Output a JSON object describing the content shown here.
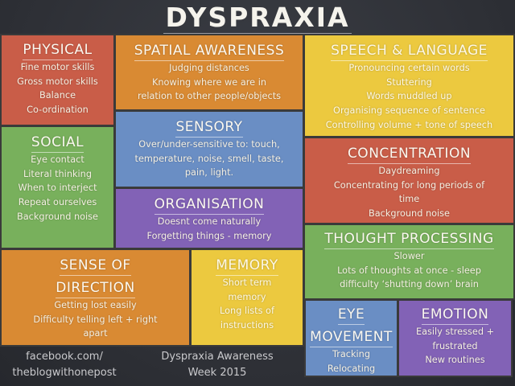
{
  "title": "DYSPRAXIA",
  "panels": {
    "physical": {
      "heading": "PHYSICAL",
      "items": [
        "Fine motor skills",
        "Gross motor skills",
        "Balance",
        "Co-ordination"
      ]
    },
    "spatial": {
      "heading": "SPATIAL AWARENESS",
      "items": [
        "Judging distances",
        "Knowing where we are in",
        "relation to other people/objects"
      ]
    },
    "speech": {
      "heading": "SPEECH & LANGUAGE",
      "items": [
        "Pronouncing certain words",
        "Stuttering",
        "Words muddled up",
        "Organising sequence of sentence",
        "Controlling volume + tone of speech"
      ]
    },
    "social": {
      "heading": "SOCIAL",
      "items": [
        "Eye contact",
        "Literal thinking",
        "When to interject",
        "Repeat ourselves",
        "Background noise"
      ]
    },
    "sensory": {
      "heading": "SENSORY",
      "items": [
        "Over/under-sensitive to: touch,",
        "temperature, noise, smell, taste,",
        "pain, light."
      ]
    },
    "concentration": {
      "heading": "CONCENTRATION",
      "items": [
        "Daydreaming",
        "Concentrating for long periods of",
        "time",
        "Background noise"
      ]
    },
    "organisation": {
      "heading": "ORGANISATION",
      "items": [
        "Doesnt come naturally",
        "Forgetting things - memory"
      ]
    },
    "thought": {
      "heading": "THOUGHT PROCESSING",
      "items": [
        "Slower",
        "Lots of thoughts at once - sleep",
        "difficulty ‘shutting down’ brain"
      ]
    },
    "direction": {
      "heading_line1": "SENSE OF",
      "heading_line2": "DIRECTION",
      "items": [
        "Getting lost easily",
        "Difficulty telling left + right",
        "apart"
      ]
    },
    "memory": {
      "heading": "MEMORY",
      "items": [
        "Short term",
        "memory",
        "Long lists of",
        "instructions"
      ]
    },
    "eye": {
      "heading_line1": "EYE",
      "heading_line2": "MOVEMENT",
      "items": [
        "Tracking",
        "Relocating"
      ]
    },
    "emotion": {
      "heading": "EMOTION",
      "items": [
        "Easily stressed +",
        "frustrated",
        "New routines"
      ]
    }
  },
  "footer": {
    "left_line1": "facebook.com/",
    "left_line2": "theblogwithonepost",
    "right_line1": "Dyspraxia Awareness",
    "right_line2": "Week 2015"
  },
  "colors": {
    "board": "#2e3036",
    "red": "#c95d48",
    "orange": "#d98a33",
    "yellow": "#ecc93f",
    "green": "#78b05c",
    "blue": "#6a8ec4",
    "purple": "#8262b6"
  }
}
